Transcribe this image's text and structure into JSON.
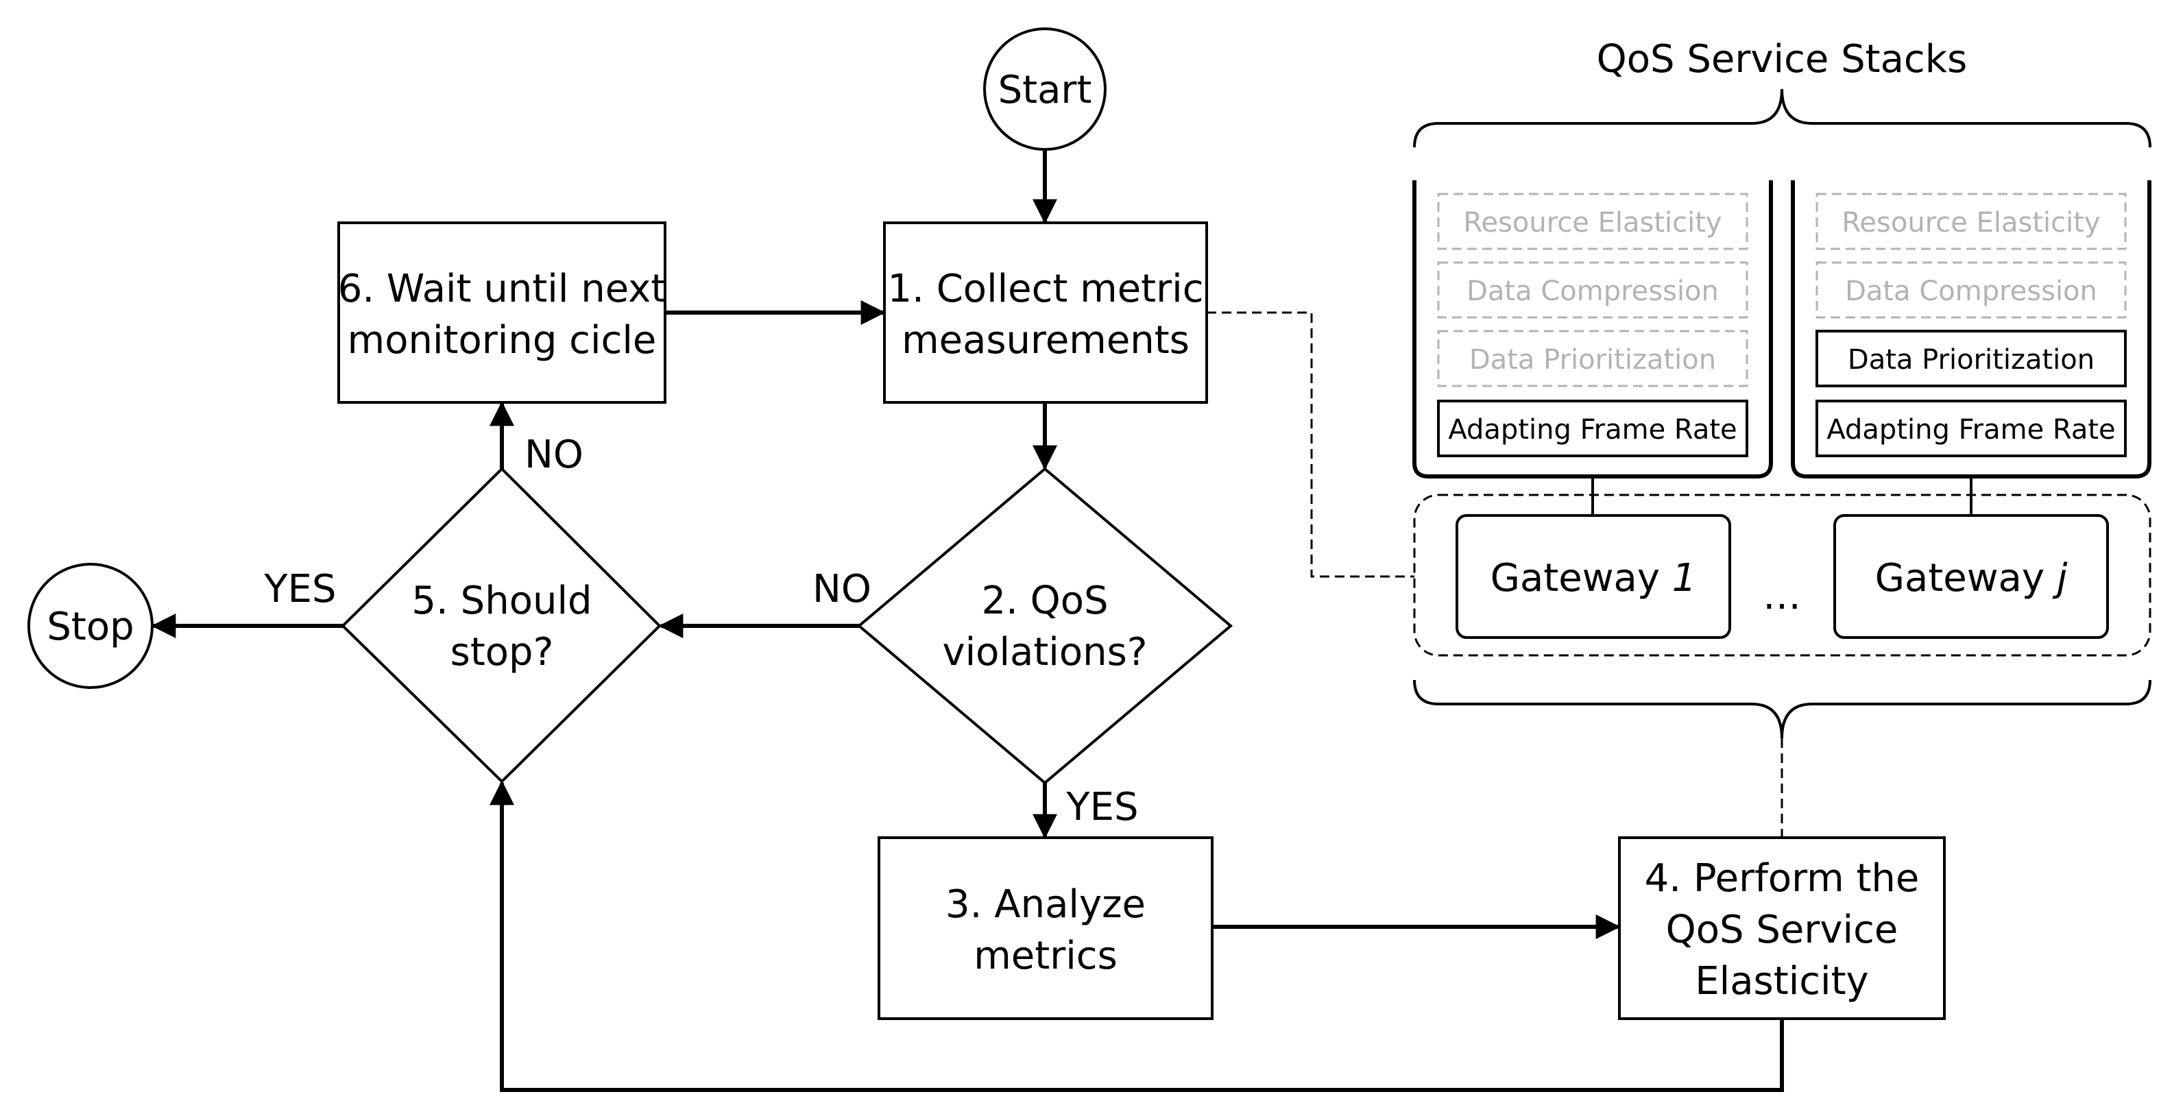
{
  "diagram": {
    "start_label": "Start",
    "stop_label": "Stop",
    "step1": {
      "line1": "1. Collect metric",
      "line2": "measurements"
    },
    "step2": {
      "line1": "2. QoS",
      "line2": "violations?"
    },
    "step3": {
      "line1": "3. Analyze",
      "line2": "metrics"
    },
    "step4": {
      "line1": "4. Perform the",
      "line2": "QoS Service",
      "line3": "Elasticity"
    },
    "step5": {
      "line1": "5. Should",
      "line2": "stop?"
    },
    "step6": {
      "line1": "6. Wait until next",
      "line2": "monitoring cicle"
    },
    "edge_labels": {
      "step2_no": "NO",
      "step2_yes": "YES",
      "step5_yes": "YES",
      "step5_no": "NO"
    },
    "qos": {
      "title": "QoS Service Stacks",
      "stacks": [
        {
          "layers": [
            {
              "label": "Resource Elasticity",
              "active": false
            },
            {
              "label": "Data Compression",
              "active": false
            },
            {
              "label": "Data Prioritization",
              "active": false
            },
            {
              "label": "Adapting Frame Rate",
              "active": true
            }
          ]
        },
        {
          "layers": [
            {
              "label": "Resource Elasticity",
              "active": false
            },
            {
              "label": "Data Compression",
              "active": false
            },
            {
              "label": "Data Prioritization",
              "active": true
            },
            {
              "label": "Adapting Frame Rate",
              "active": true
            }
          ]
        }
      ],
      "gateways": [
        {
          "prefix": "Gateway ",
          "index": "1"
        },
        {
          "prefix": "Gateway ",
          "index": "j"
        }
      ],
      "ellipsis": "…"
    },
    "colors": {
      "stroke": "#000000",
      "inactive": "#b3b3b3",
      "background": "#ffffff"
    }
  }
}
